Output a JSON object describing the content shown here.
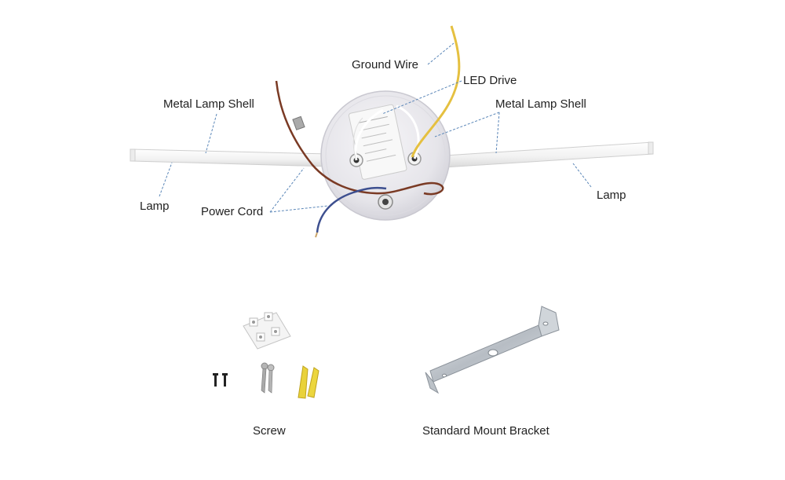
{
  "labels": {
    "ground_wire": "Ground Wire",
    "led_drive": "LED Drive",
    "metal_lamp_shell_left": "Metal Lamp Shell",
    "metal_lamp_shell_right": "Metal Lamp Shell",
    "lamp_left": "Lamp",
    "lamp_right": "Lamp",
    "power_cord": "Power Cord",
    "screw": "Screw",
    "standard_mount_bracket": "Standard Mount Bracket"
  },
  "colors": {
    "leader_line": "#5a86b8",
    "ground_wire": "#e5c040",
    "power_cord_brown": "#7a3a24",
    "power_cord_blue": "#3d4f8f",
    "lamp_body": "#f3f3f3",
    "canopy": "#ecebee",
    "driver": "#f7f7f7",
    "anchor": "#e9d23a",
    "bracket": "#c7ccd2"
  },
  "icons": {
    "canopy": "round-canopy-icon",
    "driver": "led-driver-icon",
    "terminal": "terminal-block-icon",
    "screws": "screw-icon",
    "anchors": "wall-anchor-icon",
    "bracket": "mount-bracket-icon"
  }
}
